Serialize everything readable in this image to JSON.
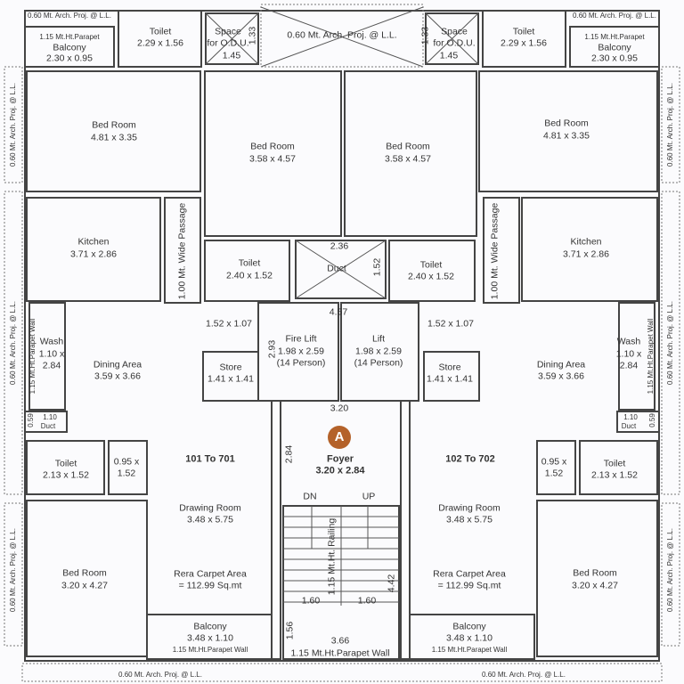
{
  "plan": {
    "unit_left_label": "101 To 701",
    "unit_right_label": "102 To 702",
    "badge": "A",
    "accent_color": "#b4622a",
    "arch_proj": "0.60 Mt. Arch. Proj. @ L.L.",
    "parapet_small": "1.15 Mt.Ht.Parapet",
    "parapet_wall": "1.15 Mt.Ht.Parapet Wall",
    "rooms": {
      "balcony_top": {
        "name": "Balcony",
        "size": "2.30 x 0.95"
      },
      "toilet_top": {
        "name": "Toilet",
        "size": "2.29 x 1.56"
      },
      "odu": {
        "name": "Space",
        "name2": "for O.D.U.",
        "d1": "1.33",
        "d2": "1.45"
      },
      "bed_corner": {
        "name": "Bed Room",
        "size": "4.81 x 3.35"
      },
      "bed_inner": {
        "name": "Bed Room",
        "size": "3.58 x 4.57"
      },
      "kitchen": {
        "name": "Kitchen",
        "size": "3.71 x 2.86"
      },
      "passage": "1.00 Mt. Wide Passage",
      "toilet_mid": {
        "name": "Toilet",
        "size": "2.40 x 1.52"
      },
      "lobby_small": "1.52 x 1.07",
      "store": {
        "name": "Store",
        "size": "1.41 x 1.41"
      },
      "wash": {
        "name": "Wash",
        "size1": "1.10 x",
        "size2": "2.84"
      },
      "dining": {
        "name": "Dining Area",
        "size": "3.59 x 3.66"
      },
      "duct_small": {
        "name": "Duct",
        "d1": "0.59",
        "d2": "1.10"
      },
      "toilet_low": {
        "name": "Toilet",
        "size": "2.13 x 1.52"
      },
      "closet": {
        "size1": "0.95 x",
        "size2": "1.52"
      },
      "bed_low": {
        "name": "Bed Room",
        "size": "3.20 x 4.27"
      },
      "drawing": {
        "name": "Drawing Room",
        "size": "3.48 x 5.75"
      },
      "rera": {
        "name": "Rera Carpet Area",
        "value": "= 112.99 Sq.mt"
      },
      "balcony_low": {
        "name": "Balcony",
        "size": "3.48 x 1.10"
      }
    },
    "core": {
      "duct": {
        "name": "Duct",
        "w": "2.36",
        "h": "1.52"
      },
      "lift_width": "4.57",
      "lift_height": "2.93",
      "fire_lift": {
        "name": "Fire Lift",
        "size": "1.98 x 2.59",
        "cap": "(14 Person)"
      },
      "lift": {
        "name": "Lift",
        "size": "1.98 x 2.59",
        "cap": "(14 Person)"
      },
      "foyer": {
        "name": "Foyer",
        "size": "3.20 x 2.84",
        "w": "3.20",
        "h": "2.84"
      },
      "stair": {
        "dn": "DN",
        "up": "UP",
        "railing": "1.15 Mt.Ht. Railing",
        "flight1": "1.60",
        "flight2": "1.60",
        "length": "4.42",
        "landing_h": "1.56",
        "landing_w": "3.66"
      },
      "center_proj": "0.60 Mt. Arch. Proj. @ L.L."
    }
  }
}
